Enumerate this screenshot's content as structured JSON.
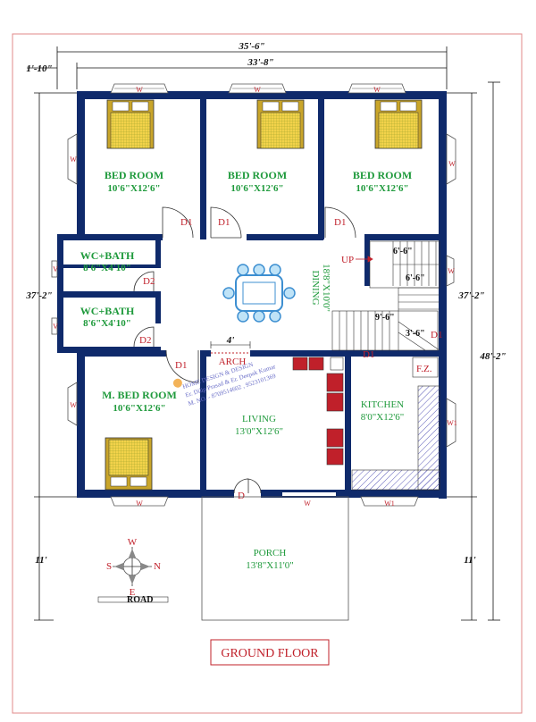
{
  "dimensions": {
    "overall_width": "35'-6\"",
    "inner_width": "33'-8\"",
    "left_offset": "1'-10\"",
    "left_height": "37'-2\"",
    "right_height": "37'-2\"",
    "total_height": "48'-2\"",
    "porch_left": "11'",
    "porch_right": "11'",
    "stair_a": "6'-6\"",
    "stair_b": "6'-6\"",
    "stair_c": "9'-6\"",
    "stair_d": "3'-6\"",
    "arch_width": "4'"
  },
  "rooms": {
    "bed1": {
      "name": "BED ROOM",
      "size": "10'6\"X12'6\""
    },
    "bed2": {
      "name": "BED ROOM",
      "size": "10'6\"X12'6\""
    },
    "bed3": {
      "name": "BED ROOM",
      "size": "10'6\"X12'6\""
    },
    "wc1": {
      "name": "WC+BATH",
      "size": "8'6\"X4'10\""
    },
    "wc2": {
      "name": "WC+BATH",
      "size": "8'6\"X4'10\""
    },
    "mbed": {
      "name": "M. BED  ROOM",
      "size": "10'6\"X12'6\""
    },
    "dining": {
      "name": "DINING",
      "size": "18'8\"X10'0\""
    },
    "living": {
      "name": "LIVING",
      "size": "13'0\"X12'6\""
    },
    "kitchen": {
      "name": "KITCHEN",
      "size": "8'0\"X12'6\""
    },
    "porch": {
      "name": "PORCH",
      "size": "13'8\"X11'0\""
    }
  },
  "labels": {
    "d1": "D1",
    "d2": "D2",
    "d": "D",
    "w": "W",
    "w1": "W1",
    "v": "V",
    "up": "UP",
    "arch": "ARCH",
    "fz": "F.Z."
  },
  "compass": {
    "n": "N",
    "s": "S",
    "e": "E",
    "w": "W",
    "road": "ROAD"
  },
  "watermark": {
    "line1": "HOME DESIGN & DESIGN",
    "line2": "Er. Dilip Prasad & Er. Deepak Kumar",
    "line3": "M. NO. - 8709514602 , 9523101369"
  },
  "title": "GROUND FLOOR",
  "colors": {
    "wall": "#0f2a6b",
    "border": "#e08a8a",
    "text_red": "#c0202a",
    "text_green": "#1f9a3c",
    "bed": "#f2d24a",
    "sofa": "#c0202a",
    "dining": "#3d8fd1"
  }
}
